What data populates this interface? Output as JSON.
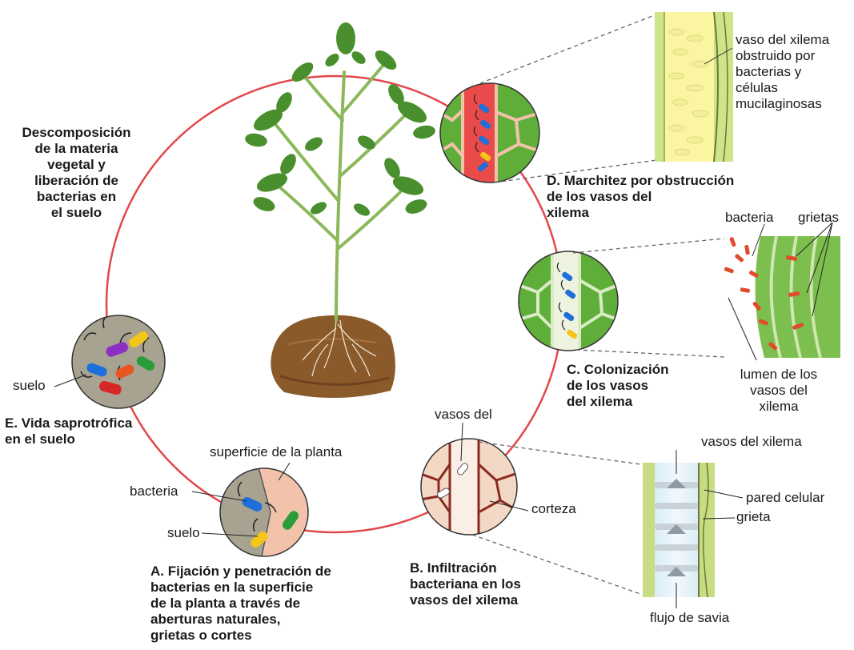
{
  "stages": {
    "E": {
      "title": "E. Vida saprotrófica\nen el suelo"
    },
    "A": {
      "title": "A. Fijación y penetración de\nbacterias en la superficie\nde la planta a través de\naberturas naturales,\ngrietas o cortes"
    },
    "B": {
      "title": "B. Infiltración\nbacteriana en los\nvasos del xilema"
    },
    "C": {
      "title": "C. Colonización\nde los vasos\ndel xilema"
    },
    "D": {
      "title": "D. Marchitez por obstrucción\nde los vasos del\nxilema"
    },
    "top_left": {
      "title": "Descomposición\nde la materia\nvegetal y\nliberación de\nbacterias en\nel suelo"
    }
  },
  "labels": {
    "suelo_e": "suelo",
    "superficie": "superficie de la planta",
    "bacteria_a": "bacteria",
    "suelo_a": "suelo",
    "vasos_del": "vasos del",
    "corteza": "corteza",
    "vasos_xilema_b": "vasos del xilema",
    "pared_celular": "pared celular",
    "grieta": "grieta",
    "flujo": "flujo de savia",
    "bacteria_c": "bacteria",
    "grietas": "grietas",
    "lumen": "lumen de los\nvasos del\nxilema",
    "vaso_obstruido": "vaso del xilema\nobstruido por\nbacterias y\ncélulas\nmucilaginosas"
  },
  "colors": {
    "cycle": "#e2474b",
    "leaf": "#4a8f2e",
    "soil": "#8b5a2b",
    "xylem_green": "#5fae3a",
    "xylem_red": "#e94b4b",
    "cortex": "#f3c2aa",
    "bacteria": [
      "#1e6fd9",
      "#f5c518",
      "#e8551e",
      "#2a9d3a",
      "#d62828",
      "#8e2fc4"
    ]
  }
}
